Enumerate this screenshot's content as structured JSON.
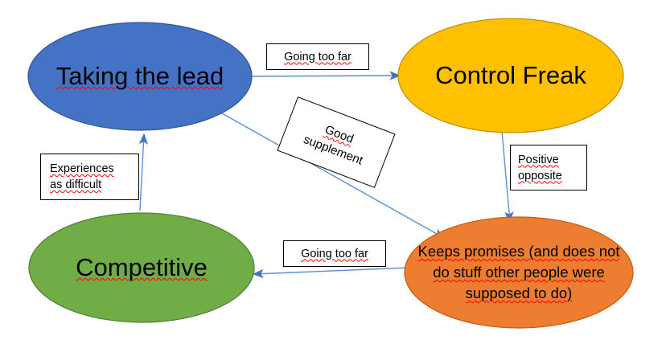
{
  "diagram": {
    "title": "Taking the lead / Control Freak / Competitive / Keeps promises relationship diagram",
    "colors": {
      "blue_fill": "#4472C4",
      "blue_stroke": "#2F5496",
      "amber_fill": "#FFC000",
      "amber_stroke": "#BF9000",
      "green_fill": "#70AD47",
      "green_stroke": "#507E32",
      "orange_fill": "#ED7D31",
      "orange_stroke": "#C55A11",
      "connector": "#5B8FD6",
      "box_border": "#000000",
      "spellcheck_underline": "#FF0000",
      "background": "#FFFFFF",
      "text": "#000000"
    },
    "nodes": [
      {
        "id": "taking-the-lead",
        "lines": [
          "Taking the lead"
        ],
        "fill": "#4472C4"
      },
      {
        "id": "control-freak",
        "lines": [
          "Control Freak"
        ],
        "fill": "#FFC000"
      },
      {
        "id": "competitive",
        "lines": [
          "Competitive"
        ],
        "fill": "#70AD47"
      },
      {
        "id": "keeps-promises",
        "lines": [
          "Keeps promises (and does not",
          "do stuff other people were",
          "supposed to do)"
        ],
        "fill": "#ED7D31"
      }
    ],
    "edge_labels": [
      {
        "id": "going-too-far-top",
        "lines": [
          "Going too far"
        ]
      },
      {
        "id": "good-supplement",
        "lines": [
          "Good",
          "supplement"
        ]
      },
      {
        "id": "experiences-as-difficult",
        "lines": [
          "Experiences",
          "as difficult"
        ]
      },
      {
        "id": "positive-opposite",
        "lines": [
          "Positive",
          "opposite"
        ]
      },
      {
        "id": "going-too-far-bottom",
        "lines": [
          "Going too far"
        ]
      }
    ]
  }
}
